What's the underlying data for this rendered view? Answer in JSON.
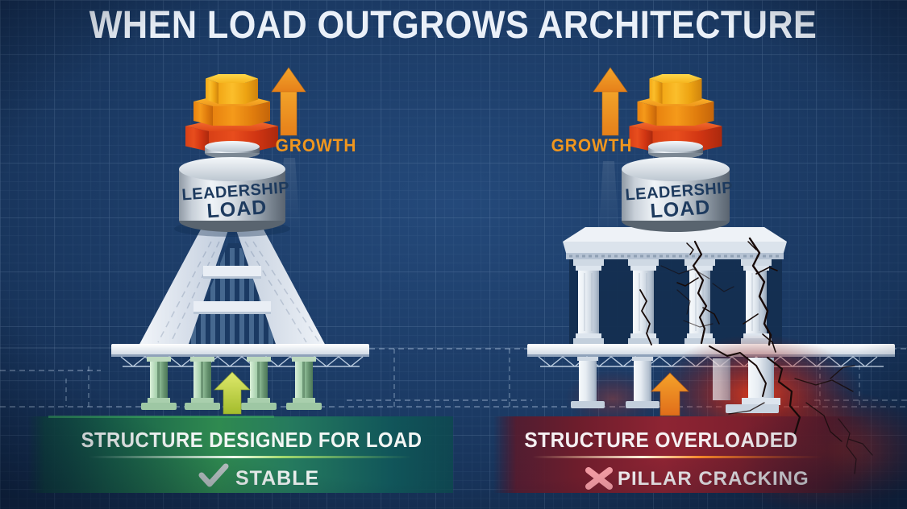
{
  "title": "WHEN LOAD OUTGROWS ARCHITECTURE",
  "colors": {
    "background_blue": "#1b3a64",
    "blueprint_grid": "#a8c6e8",
    "growth_orange": "#f0961e",
    "block_yellow": "#f6ad1d",
    "block_orange": "#f08c12",
    "block_red": "#e2441a",
    "load_cylinder_metal": "#c7cfd8",
    "load_text_navy": "#1d3a5e",
    "structure_white": "#eef2f7",
    "support_green": "#9ecba4",
    "stable_arrow_green": "#b5c93c",
    "overload_arrow_orange": "#ed7d23",
    "stable_banner_green": "#2f8a50",
    "overload_banner_red": "#8e2433",
    "crack_black": "#170a08",
    "check_gray": "#b9c2c2",
    "x_pink": "#f09aa2"
  },
  "left_panel": {
    "growth_label": "GROWTH",
    "growth_icon": "arrow-up-icon",
    "load_weight": {
      "line1": "LEADERSHIP",
      "line2": "LOAD"
    },
    "banner": {
      "heading": "STRUCTURE DESIGNED FOR LOAD",
      "status_icon": "check-icon",
      "status_label": "STABLE"
    }
  },
  "right_panel": {
    "growth_label": "GROWTH",
    "growth_icon": "arrow-up-icon",
    "load_weight": {
      "line1": "LEADERSHIP",
      "line2": "LOAD"
    },
    "banner": {
      "heading": "STRUCTURE OVERLOADED",
      "status_icon": "x-icon",
      "status_label": "PILLAR CRACKING"
    }
  }
}
